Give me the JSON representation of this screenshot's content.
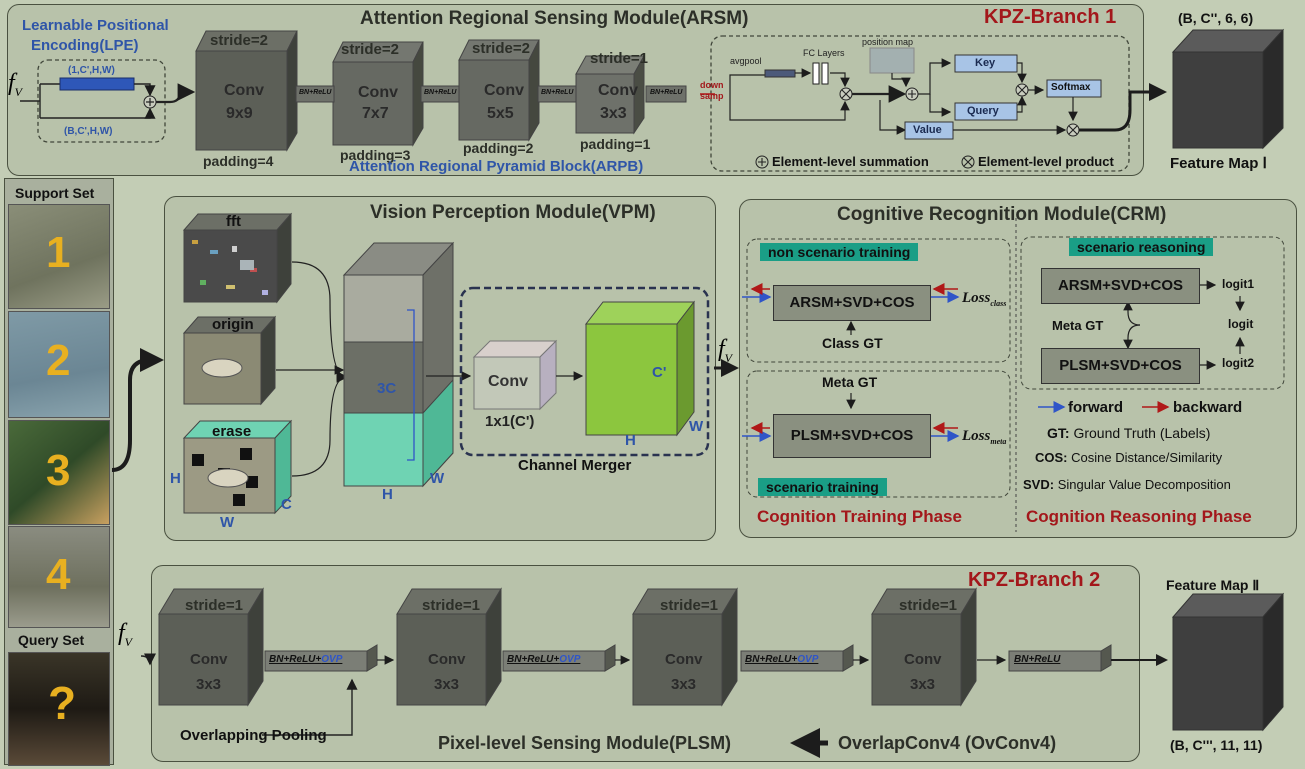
{
  "arsm": {
    "title": "Attention Regional Sensing Module(ARSM)",
    "branch": "KPZ-Branch 1",
    "lpe_title_1": "Learnable Positional",
    "lpe_title_2": "Encoding(LPE)",
    "fv": "f",
    "fv_sub": "V",
    "lpe_top": "(1,C',H,W)",
    "lpe_bottom": "(B,C',H,W)",
    "convs": [
      {
        "stride": "stride=2",
        "name": "Conv",
        "kernel": "9x9",
        "padding": "padding=4"
      },
      {
        "stride": "stride=2",
        "name": "Conv",
        "kernel": "7x7",
        "padding": "padding=3"
      },
      {
        "stride": "stride=2",
        "name": "Conv",
        "kernel": "5x5",
        "padding": "padding=2"
      },
      {
        "stride": "stride=1",
        "name": "Conv",
        "kernel": "3x3",
        "padding": "padding=1"
      }
    ],
    "bn_relu": "BN+ReLU",
    "down_1": "down",
    "down_2": "samp",
    "avgpool": "avgpool",
    "fc_layers": "FC Layers",
    "position_map": "position map",
    "key": "Key",
    "query": "Query",
    "value": "Value",
    "softmax": "Softmax",
    "arpb": "Attention Regional Pyramid Block(ARPB)",
    "legend_sum": "Element-level summation",
    "legend_prod": "Element-level product",
    "fm1_dims": "(B, C'', 6, 6)",
    "fm1_label": "Feature Map Ⅰ"
  },
  "support": {
    "title": "Support Set",
    "numbers": [
      "1",
      "2",
      "3",
      "4"
    ],
    "query_title": "Query Set",
    "query_mark": "?"
  },
  "vpm": {
    "title": "Vision Perception Module(VPM)",
    "fft": "fft",
    "origin": "origin",
    "erase": "erase",
    "H": "H",
    "W": "W",
    "C": "C",
    "three_c": "3C",
    "conv": "Conv",
    "conv_k": "1x1(C')",
    "c_prime": "C'",
    "merger": "Channel Merger",
    "fv": "f",
    "fv_sub": "V"
  },
  "crm": {
    "title": "Cognitive Recognition Module(CRM)",
    "non_scenario": "non scenario training",
    "arsm_svd": "ARSM+SVD+COS",
    "loss": "Loss",
    "loss_class": "class",
    "class_gt": "Class GT",
    "meta_gt": "Meta GT",
    "plsm_svd": "PLSM+SVD+COS",
    "loss_meta": "meta",
    "scenario_training": "scenario training",
    "training_phase": "Cognition Training Phase",
    "scenario_reasoning": "scenario reasoning",
    "logit1": "logit1",
    "logit": "logit",
    "logit2": "logit2",
    "forward": "forward",
    "backward": "backward",
    "gt_key": "GT:",
    "gt_val": "Ground Truth (Labels)",
    "cos_key": "COS:",
    "cos_val": "Cosine Distance/Similarity",
    "svd_key": "SVD:",
    "svd_val": "Singular Value Decomposition",
    "reasoning_phase": "Cognition Reasoning Phase"
  },
  "plsm": {
    "branch": "KPZ-Branch 2",
    "convs": [
      {
        "stride": "stride=1",
        "name": "Conv",
        "kernel": "3x3"
      },
      {
        "stride": "stride=1",
        "name": "Conv",
        "kernel": "3x3"
      },
      {
        "stride": "stride=1",
        "name": "Conv",
        "kernel": "3x3"
      },
      {
        "stride": "stride=1",
        "name": "Conv",
        "kernel": "3x3"
      }
    ],
    "bn_ovp_1": "BN+ReLU+",
    "ovp": "OVP",
    "bn_last": "BN+ReLU",
    "overlapping": "Overlapping Pooling",
    "title": "Pixel-level Sensing Module(PLSM)",
    "ovconv": "OverlapConv4 (OvConv4)",
    "fm2_label": "Feature Map Ⅱ",
    "fm2_dims": "(B, C''', 11, 11)",
    "fv": "f",
    "fv_sub": "V"
  },
  "colors": {
    "background": "#c3cdb5",
    "panel": "#b8c2aa",
    "title_red": "#a3171b",
    "label_blue": "#2f55a8",
    "teal_tag": "#1a9e86",
    "green_cube": "#8cc63e",
    "teal_cube": "#6fd3b3"
  }
}
